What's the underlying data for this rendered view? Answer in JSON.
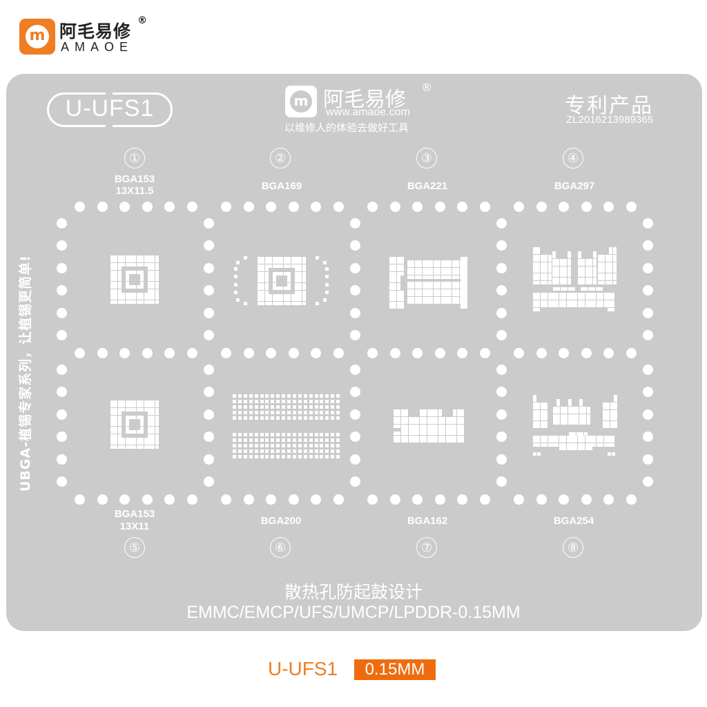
{
  "brand": {
    "name_cn": "阿毛易修",
    "registered_mark": "®",
    "name_en": "AMAOE",
    "logo_glyph": "m",
    "accent_color": "#ef7d22"
  },
  "plate": {
    "model": "U-UFS1",
    "center_logo": {
      "name_cn": "阿毛易修",
      "registered_mark": "®",
      "url": "www.amaoe.com",
      "slogan": "以维修人的体验去做好工具"
    },
    "patent": {
      "label": "专利产品",
      "number": "ZL2016213989365"
    },
    "side_text": "UBGA-植锡专家系列，让植锡更简单!",
    "cells": [
      {
        "num": "①",
        "label": "BGA153",
        "sub": "13X11.5"
      },
      {
        "num": "②",
        "label": "BGA169",
        "sub": ""
      },
      {
        "num": "③",
        "label": "BGA221",
        "sub": ""
      },
      {
        "num": "④",
        "label": "BGA297",
        "sub": ""
      },
      {
        "num": "⑤",
        "label": "BGA153",
        "sub": "13X11"
      },
      {
        "num": "⑥",
        "label": "BGA200",
        "sub": ""
      },
      {
        "num": "⑦",
        "label": "BGA162",
        "sub": ""
      },
      {
        "num": "⑧",
        "label": "BGA254",
        "sub": ""
      }
    ],
    "bottom_cn": "散热孔防起鼓设计",
    "bottom_en": "EMMC/EMCP/UFS/UMCP/LPDDR-0.15MM",
    "plate_color": "#cbcbcb"
  },
  "footer": {
    "model": "U-UFS1",
    "thickness": "0.15MM",
    "badge_color": "#ef6c0e"
  }
}
